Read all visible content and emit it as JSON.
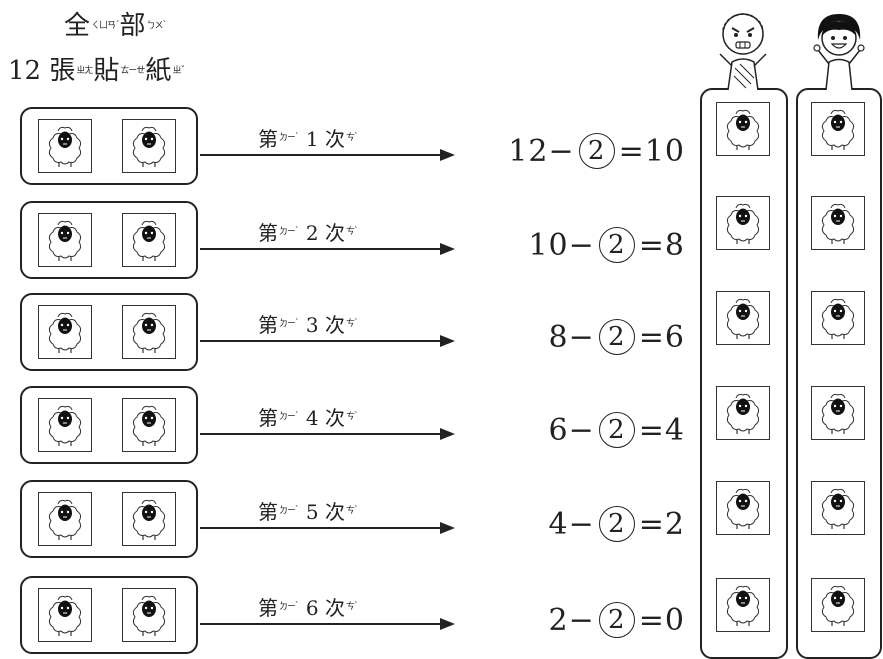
{
  "title": {
    "line1_chars": [
      "全",
      "部"
    ],
    "line1_zhuyin": [
      "ㄑㄩㄢˊ",
      "ㄅㄨˋ"
    ],
    "line2_number": "12",
    "line2_chars": [
      "張",
      "貼",
      "紙"
    ],
    "line2_zhuyin": [
      "ㄓㄤ",
      "ㄊㄧㄝ",
      "ㄓˇ"
    ]
  },
  "steps": [
    {
      "prefix": "第",
      "prefix_zhuyin": "ㄉㄧˋ",
      "number": "1",
      "suffix": "次",
      "suffix_zhuyin": "ㄘˋ",
      "equation": {
        "start": "12",
        "minus": "−",
        "taken": "2",
        "equals": "=",
        "result": "10"
      }
    },
    {
      "prefix": "第",
      "prefix_zhuyin": "ㄉㄧˋ",
      "number": "2",
      "suffix": "次",
      "suffix_zhuyin": "ㄘˋ",
      "equation": {
        "start": "10",
        "minus": "−",
        "taken": "2",
        "equals": "=",
        "result": "8"
      }
    },
    {
      "prefix": "第",
      "prefix_zhuyin": "ㄉㄧˋ",
      "number": "3",
      "suffix": "次",
      "suffix_zhuyin": "ㄘˋ",
      "equation": {
        "start": "8",
        "minus": "−",
        "taken": "2",
        "equals": "=",
        "result": "6"
      }
    },
    {
      "prefix": "第",
      "prefix_zhuyin": "ㄉㄧˋ",
      "number": "4",
      "suffix": "次",
      "suffix_zhuyin": "ㄘˋ",
      "equation": {
        "start": "6",
        "minus": "−",
        "taken": "2",
        "equals": "=",
        "result": "4"
      }
    },
    {
      "prefix": "第",
      "prefix_zhuyin": "ㄉㄧˋ",
      "number": "5",
      "suffix": "次",
      "suffix_zhuyin": "ㄘˋ",
      "equation": {
        "start": "4",
        "minus": "−",
        "taken": "2",
        "equals": "=",
        "result": "2"
      }
    },
    {
      "prefix": "第",
      "prefix_zhuyin": "ㄉㄧˋ",
      "number": "6",
      "suffix": "次",
      "suffix_zhuyin": "ㄘˋ",
      "equation": {
        "start": "2",
        "minus": "−",
        "taken": "2",
        "equals": "=",
        "result": "0"
      }
    }
  ],
  "illustrations": {
    "sticker": "sheep-sticker-icon",
    "people": [
      "angry-boy-icon",
      "happy-girl-icon"
    ]
  },
  "colors": {
    "ink": "#222222",
    "sheep_face": "#111111",
    "background": "#ffffff"
  }
}
